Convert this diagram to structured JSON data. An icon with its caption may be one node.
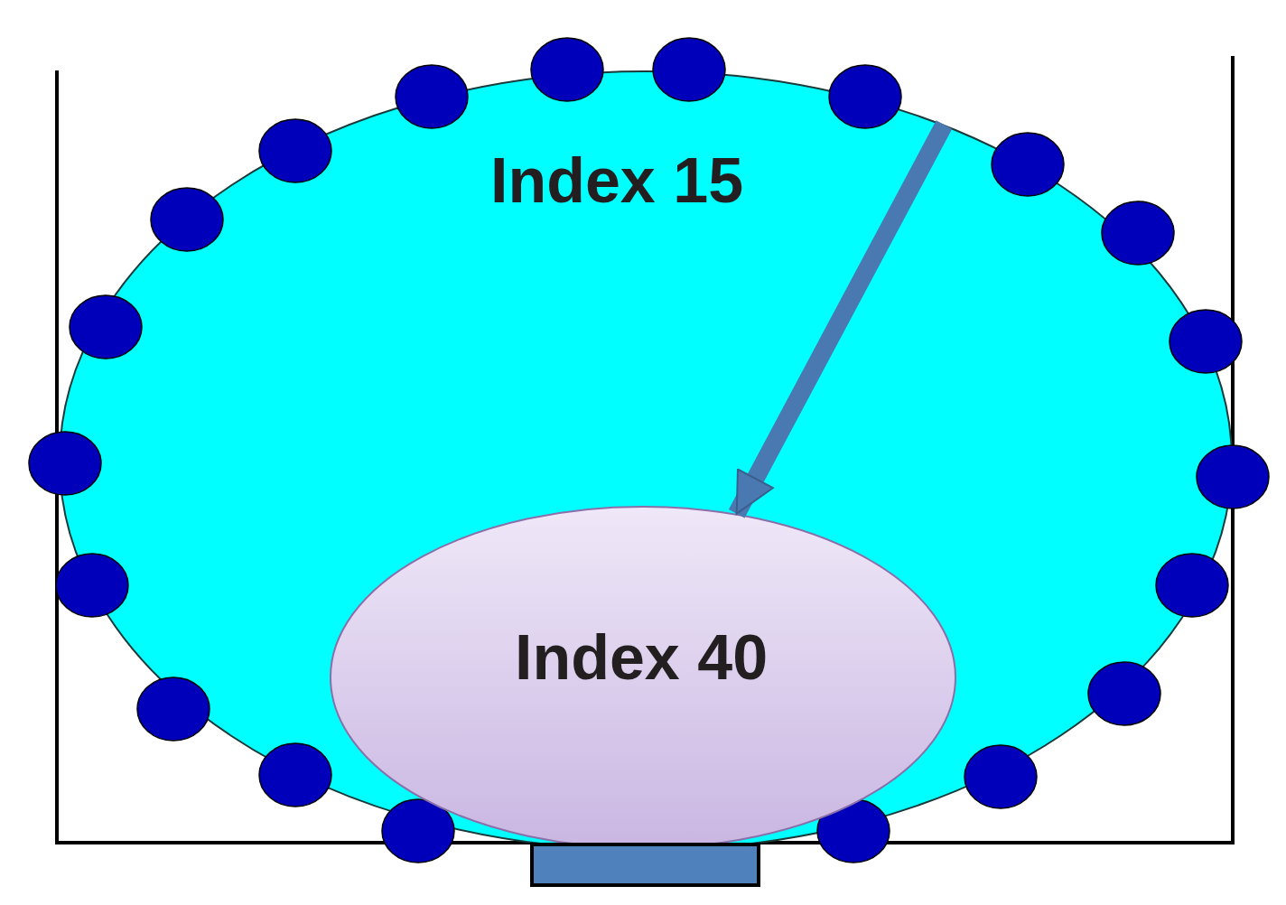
{
  "diagram": {
    "nodes": [
      {
        "text": [
          "Index 15"
        ]
      },
      {
        "text": [
          "Index 40"
        ],
        "in": 0
      },
      {
        "text": [],
        "shape": "bar"
      }
    ],
    "edges": [
      {
        "from": 0,
        "to": 1,
        "arrow": "to"
      }
    ]
  }
}
